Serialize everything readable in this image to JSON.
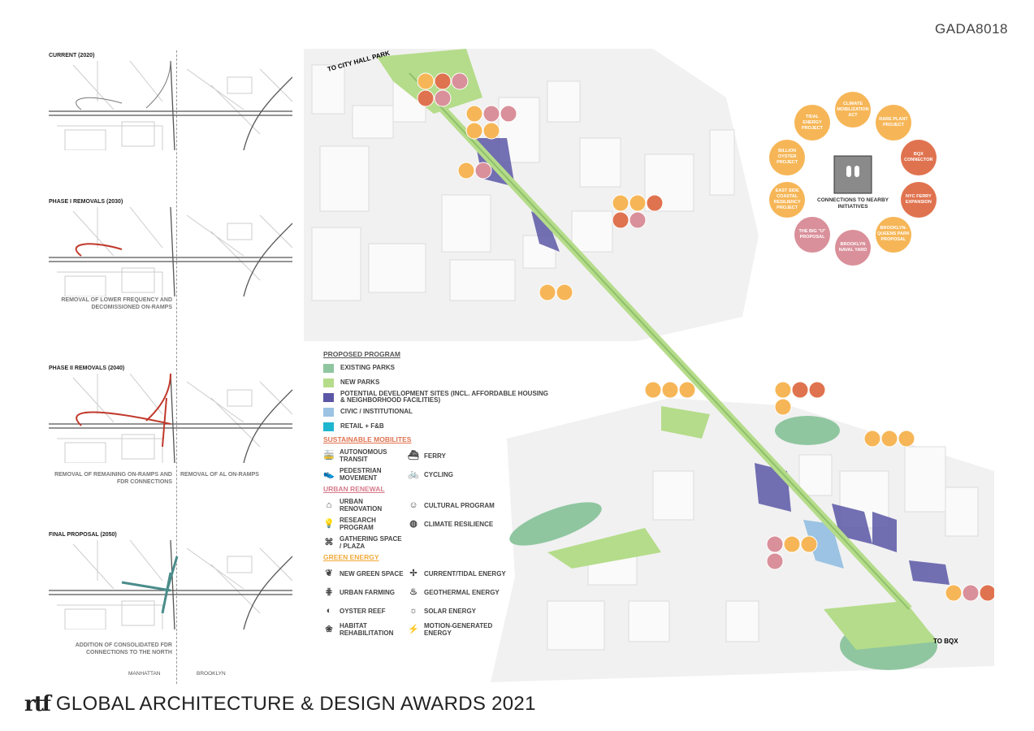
{
  "code": "GADA8018",
  "phases": [
    {
      "title": "CURRENT (2020)",
      "caption_left": "",
      "caption_right": ""
    },
    {
      "title": "PHASE I REMOVALS (2030)",
      "caption_left": "REMOVAL OF LOWER FREQUENCY AND DECOMISSIONED ON-RAMPS",
      "caption_right": ""
    },
    {
      "title": "PHASE II REMOVALS (2040)",
      "caption_left": "REMOVAL OF REMAINING ON-RAMPS AND FDR CONNECTIONS",
      "caption_right": "REMOVAL OF AL ON-RAMPS"
    },
    {
      "title": "FINAL PROPOSAL (2050)",
      "caption_left": "ADDITION OF CONSOLIDATED FDR CONNECTIONS TO THE NORTH",
      "caption_right": ""
    }
  ],
  "sides": {
    "left": "MANHATTAN",
    "right": "BROOKLYN"
  },
  "map": {
    "to_city_hall": "TO CITY HALL PARK",
    "to_bqx": "TO BQX"
  },
  "colors": {
    "existing_parks": "#8fc6a0",
    "new_parks": "#b5dc8a",
    "development": "#5b57a6",
    "civic": "#9cc3e3",
    "retail": "#1eb5cf",
    "orange": "#f6b657",
    "red": "#e0734f",
    "pink": "#d9909a"
  },
  "legend": {
    "proposed_title": "PROPOSED PROGRAM",
    "program": [
      {
        "label": "EXISTING PARKS",
        "color": "#8fc6a0"
      },
      {
        "label": "NEW PARKS",
        "color": "#b5dc8a"
      },
      {
        "label": "POTENTIAL DEVELOPMENT SITES (INCL. AFFORDABLE HOUSING & NEIGHBORHOOD FACILITIES)",
        "color": "#5b57a6"
      },
      {
        "label": "CIVIC / INSTITUTIONAL",
        "color": "#9cc3e3"
      },
      {
        "label": "RETAIL + F&B",
        "color": "#1eb5cf"
      }
    ],
    "mobility_title": "SUSTAINABLE MOBILITES",
    "mobility": [
      {
        "label": "AUTONOMOUS TRANSIT",
        "icon": "tram-icon"
      },
      {
        "label": "FERRY",
        "icon": "ferry-icon"
      },
      {
        "label": "PEDESTRIAN MOVEMENT",
        "icon": "shoe-icon"
      },
      {
        "label": "CYCLING",
        "icon": "bicycle-icon"
      }
    ],
    "renewal_title": "URBAN RENEWAL",
    "renewal": [
      {
        "label": "URBAN RENOVATION",
        "icon": "house-icon"
      },
      {
        "label": "CULTURAL PROGRAM",
        "icon": "people-icon"
      },
      {
        "label": "RESEARCH PROGRAM",
        "icon": "lightbulb-icon"
      },
      {
        "label": "CLIMATE RESILIENCE",
        "icon": "globe-icon"
      },
      {
        "label": "GATHERING SPACE / PLAZA",
        "icon": "plaza-icon"
      }
    ],
    "energy_title": "GREEN ENERGY",
    "energy": [
      {
        "label": "NEW GREEN SPACE",
        "icon": "leaf-icon"
      },
      {
        "label": "CURRENT/TIDAL ENERGY",
        "icon": "turbine-icon"
      },
      {
        "label": "URBAN FARMING",
        "icon": "farming-icon"
      },
      {
        "label": "GEOTHERMAL ENERGY",
        "icon": "geothermal-icon"
      },
      {
        "label": "OYSTER REEF",
        "icon": "oyster-icon"
      },
      {
        "label": "SOLAR ENERGY",
        "icon": "sun-icon"
      },
      {
        "label": "HABITAT REHABILITATION",
        "icon": "habitat-icon"
      },
      {
        "label": "MOTION-GENERATED ENERGY",
        "icon": "motion-icon"
      }
    ]
  },
  "initiatives": {
    "title": "CONNECTIONS TO NEARBY INITIATIVES",
    "items": [
      {
        "label": "CLIMATE MOBILIZATION ACT",
        "color": "#f6b657"
      },
      {
        "label": "RARE PLANT PROJECT",
        "color": "#f6b657"
      },
      {
        "label": "BQX CONNECTOR",
        "color": "#e0734f"
      },
      {
        "label": "NYC FERRY EXPANSION",
        "color": "#e0734f"
      },
      {
        "label": "BROOKLYN-QUEENS PARK PROPOSAL",
        "color": "#f6b657"
      },
      {
        "label": "BROOKLYN NAVAL YARD",
        "color": "#d9909a"
      },
      {
        "label": "THE BIG \"U\" PROPOSAL",
        "color": "#d9909a"
      },
      {
        "label": "EAST SIDE COASTAL RESILIENCY PROJECT",
        "color": "#f6b657"
      },
      {
        "label": "BILLION OYSTER PROJECT",
        "color": "#f6b657"
      },
      {
        "label": "TIDAL ENERGY PROJECT",
        "color": "#f6b657"
      }
    ]
  },
  "footer": {
    "logo": "rtf",
    "title": "GLOBAL ARCHITECTURE & DESIGN AWARDS 2021"
  }
}
